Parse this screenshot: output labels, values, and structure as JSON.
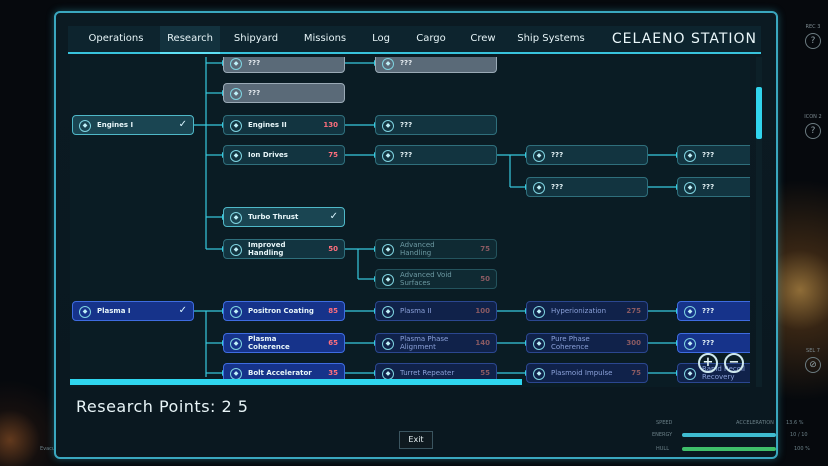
{
  "station_name": "CELAENO STATION",
  "tabs": [
    {
      "label": "Operations"
    },
    {
      "label": "Research"
    },
    {
      "label": "Shipyard"
    },
    {
      "label": "Missions"
    },
    {
      "label": "Log"
    },
    {
      "label": "Cargo"
    },
    {
      "label": "Crew"
    },
    {
      "label": "Ship Systems"
    }
  ],
  "active_tab": "Research",
  "research_points_label": "Research Points:",
  "research_points_value": "2 5",
  "exit_label": "Exit",
  "nodes": {
    "unknown_label": "???",
    "engines_i": {
      "label": "Engines I",
      "check": "✓"
    },
    "engines_ii": {
      "label": "Engines II",
      "cost": "130"
    },
    "ion_drives": {
      "label": "Ion Drives",
      "cost": "75"
    },
    "turbo_thrust": {
      "label": "Turbo Thrust",
      "check": "✓"
    },
    "improved_handling": {
      "label": "Improved Handling",
      "cost": "50"
    },
    "advanced_handling": {
      "label": "Advanced Handling",
      "cost": "75"
    },
    "advanced_void_surfaces": {
      "label": "Advanced Void Surfaces",
      "cost": "50"
    },
    "plasma_i": {
      "label": "Plasma I",
      "check": "✓"
    },
    "positron_coating": {
      "label": "Positron Coating",
      "cost": "85"
    },
    "plasma_ii": {
      "label": "Plasma II",
      "cost": "100"
    },
    "hyperionization": {
      "label": "Hyperionization",
      "cost": "275"
    },
    "plasma_coherence": {
      "label": "Plasma Coherence",
      "cost": "65"
    },
    "plasma_phase_alignment": {
      "label": "Plasma Phase Alignment",
      "cost": "140"
    },
    "pure_phase_coherence": {
      "label": "Pure Phase Coherence",
      "cost": "300"
    },
    "bolt_accelerator": {
      "label": "Bolt Accelerator",
      "cost": "35"
    },
    "turret_repeater": {
      "label": "Turret Repeater",
      "cost": "55"
    },
    "plasmoid_impulse": {
      "label": "Plasmoid Impulse",
      "cost": "75"
    },
    "rapid_recoil_recovery": {
      "label": "Rapid Recoil Recovery"
    }
  },
  "zoom": {
    "in": "+",
    "out": "−"
  },
  "hud": {
    "side_labels": [
      "REC 3",
      "ICON 2",
      "SEL 7"
    ],
    "bottom_left": "Evacuate Outpost",
    "speed_label": "SPEED",
    "acceleration_label": "ACCELERATION",
    "acceleration_value": "13.6 %",
    "energy_label": "ENERGY",
    "energy_value": "10 / 10",
    "hull_label": "HULL",
    "hull_value": "100 %"
  },
  "colors": {
    "accent": "#38c3dc",
    "cost": "#ff6f7d",
    "plasma": "#16338a",
    "panel": "#0b1a22"
  }
}
